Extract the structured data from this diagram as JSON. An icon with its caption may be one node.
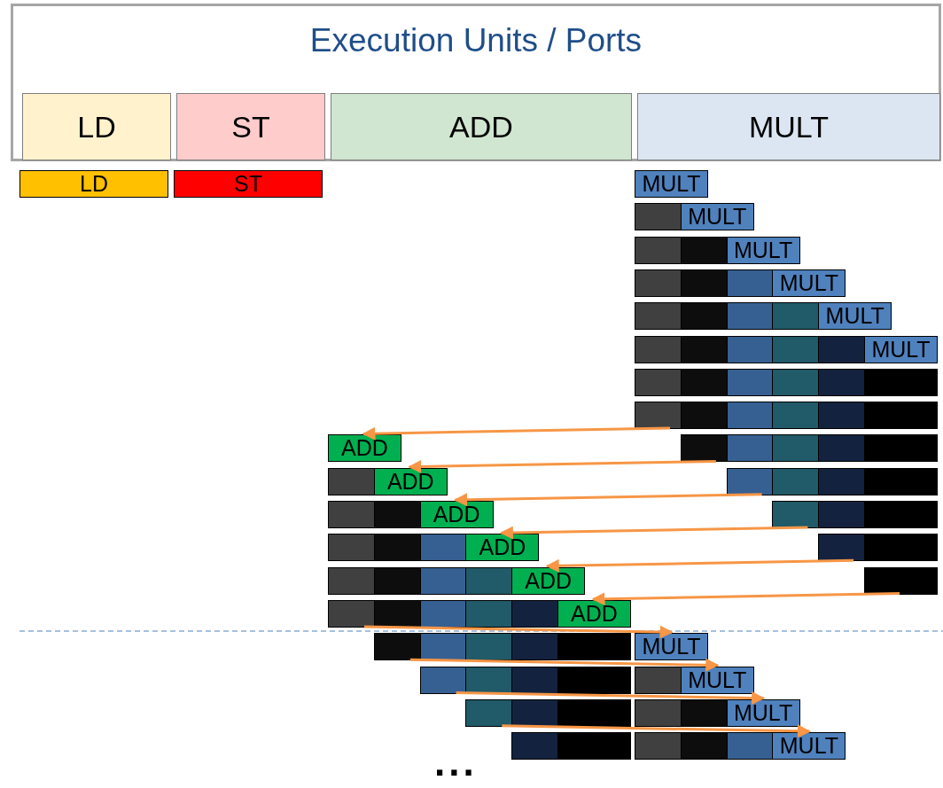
{
  "diagram": {
    "nodes": [
      {
        "text": [
          "Execution Units / Ports"
        ]
      },
      {
        "text": [
          "LD"
        ],
        "in": 0
      },
      {
        "text": [
          "ST"
        ],
        "in": 0
      },
      {
        "text": [
          "ADD"
        ],
        "in": 0
      },
      {
        "text": [
          "MULT"
        ],
        "in": 0
      },
      {
        "text": [
          "LD"
        ]
      },
      {
        "text": [
          "ST"
        ]
      },
      {
        "text": [
          "MULT"
        ]
      },
      {
        "text": [
          "MULT"
        ]
      },
      {
        "text": [
          "MULT"
        ]
      },
      {
        "text": [
          "MULT"
        ]
      },
      {
        "text": [
          "MULT"
        ]
      },
      {
        "text": [
          "MULT"
        ]
      },
      {
        "text": [
          "ADD"
        ]
      },
      {
        "text": [
          "ADD"
        ]
      },
      {
        "text": [
          "ADD"
        ]
      },
      {
        "text": [
          "ADD"
        ]
      },
      {
        "text": [
          "ADD"
        ]
      },
      {
        "text": [
          "ADD"
        ]
      },
      {
        "text": [
          "MULT"
        ]
      },
      {
        "text": [
          "MULT"
        ]
      },
      {
        "text": [
          "MULT"
        ]
      },
      {
        "text": [
          "MULT"
        ]
      }
    ],
    "edges": [
      {
        "from": null,
        "to": 13,
        "arrow": "to"
      },
      {
        "from": null,
        "to": 14,
        "arrow": "to"
      },
      {
        "from": null,
        "to": 15,
        "arrow": "to"
      },
      {
        "from": null,
        "to": 16,
        "arrow": "to"
      },
      {
        "from": null,
        "to": 17,
        "arrow": "to"
      },
      {
        "from": null,
        "to": 18,
        "arrow": "to"
      },
      {
        "from": null,
        "to": 19,
        "arrow": "to"
      },
      {
        "from": null,
        "to": 20,
        "arrow": "to"
      },
      {
        "from": null,
        "to": 21,
        "arrow": "to"
      },
      {
        "from": null,
        "to": 22,
        "arrow": "to"
      }
    ],
    "labels": [
      "..."
    ]
  }
}
